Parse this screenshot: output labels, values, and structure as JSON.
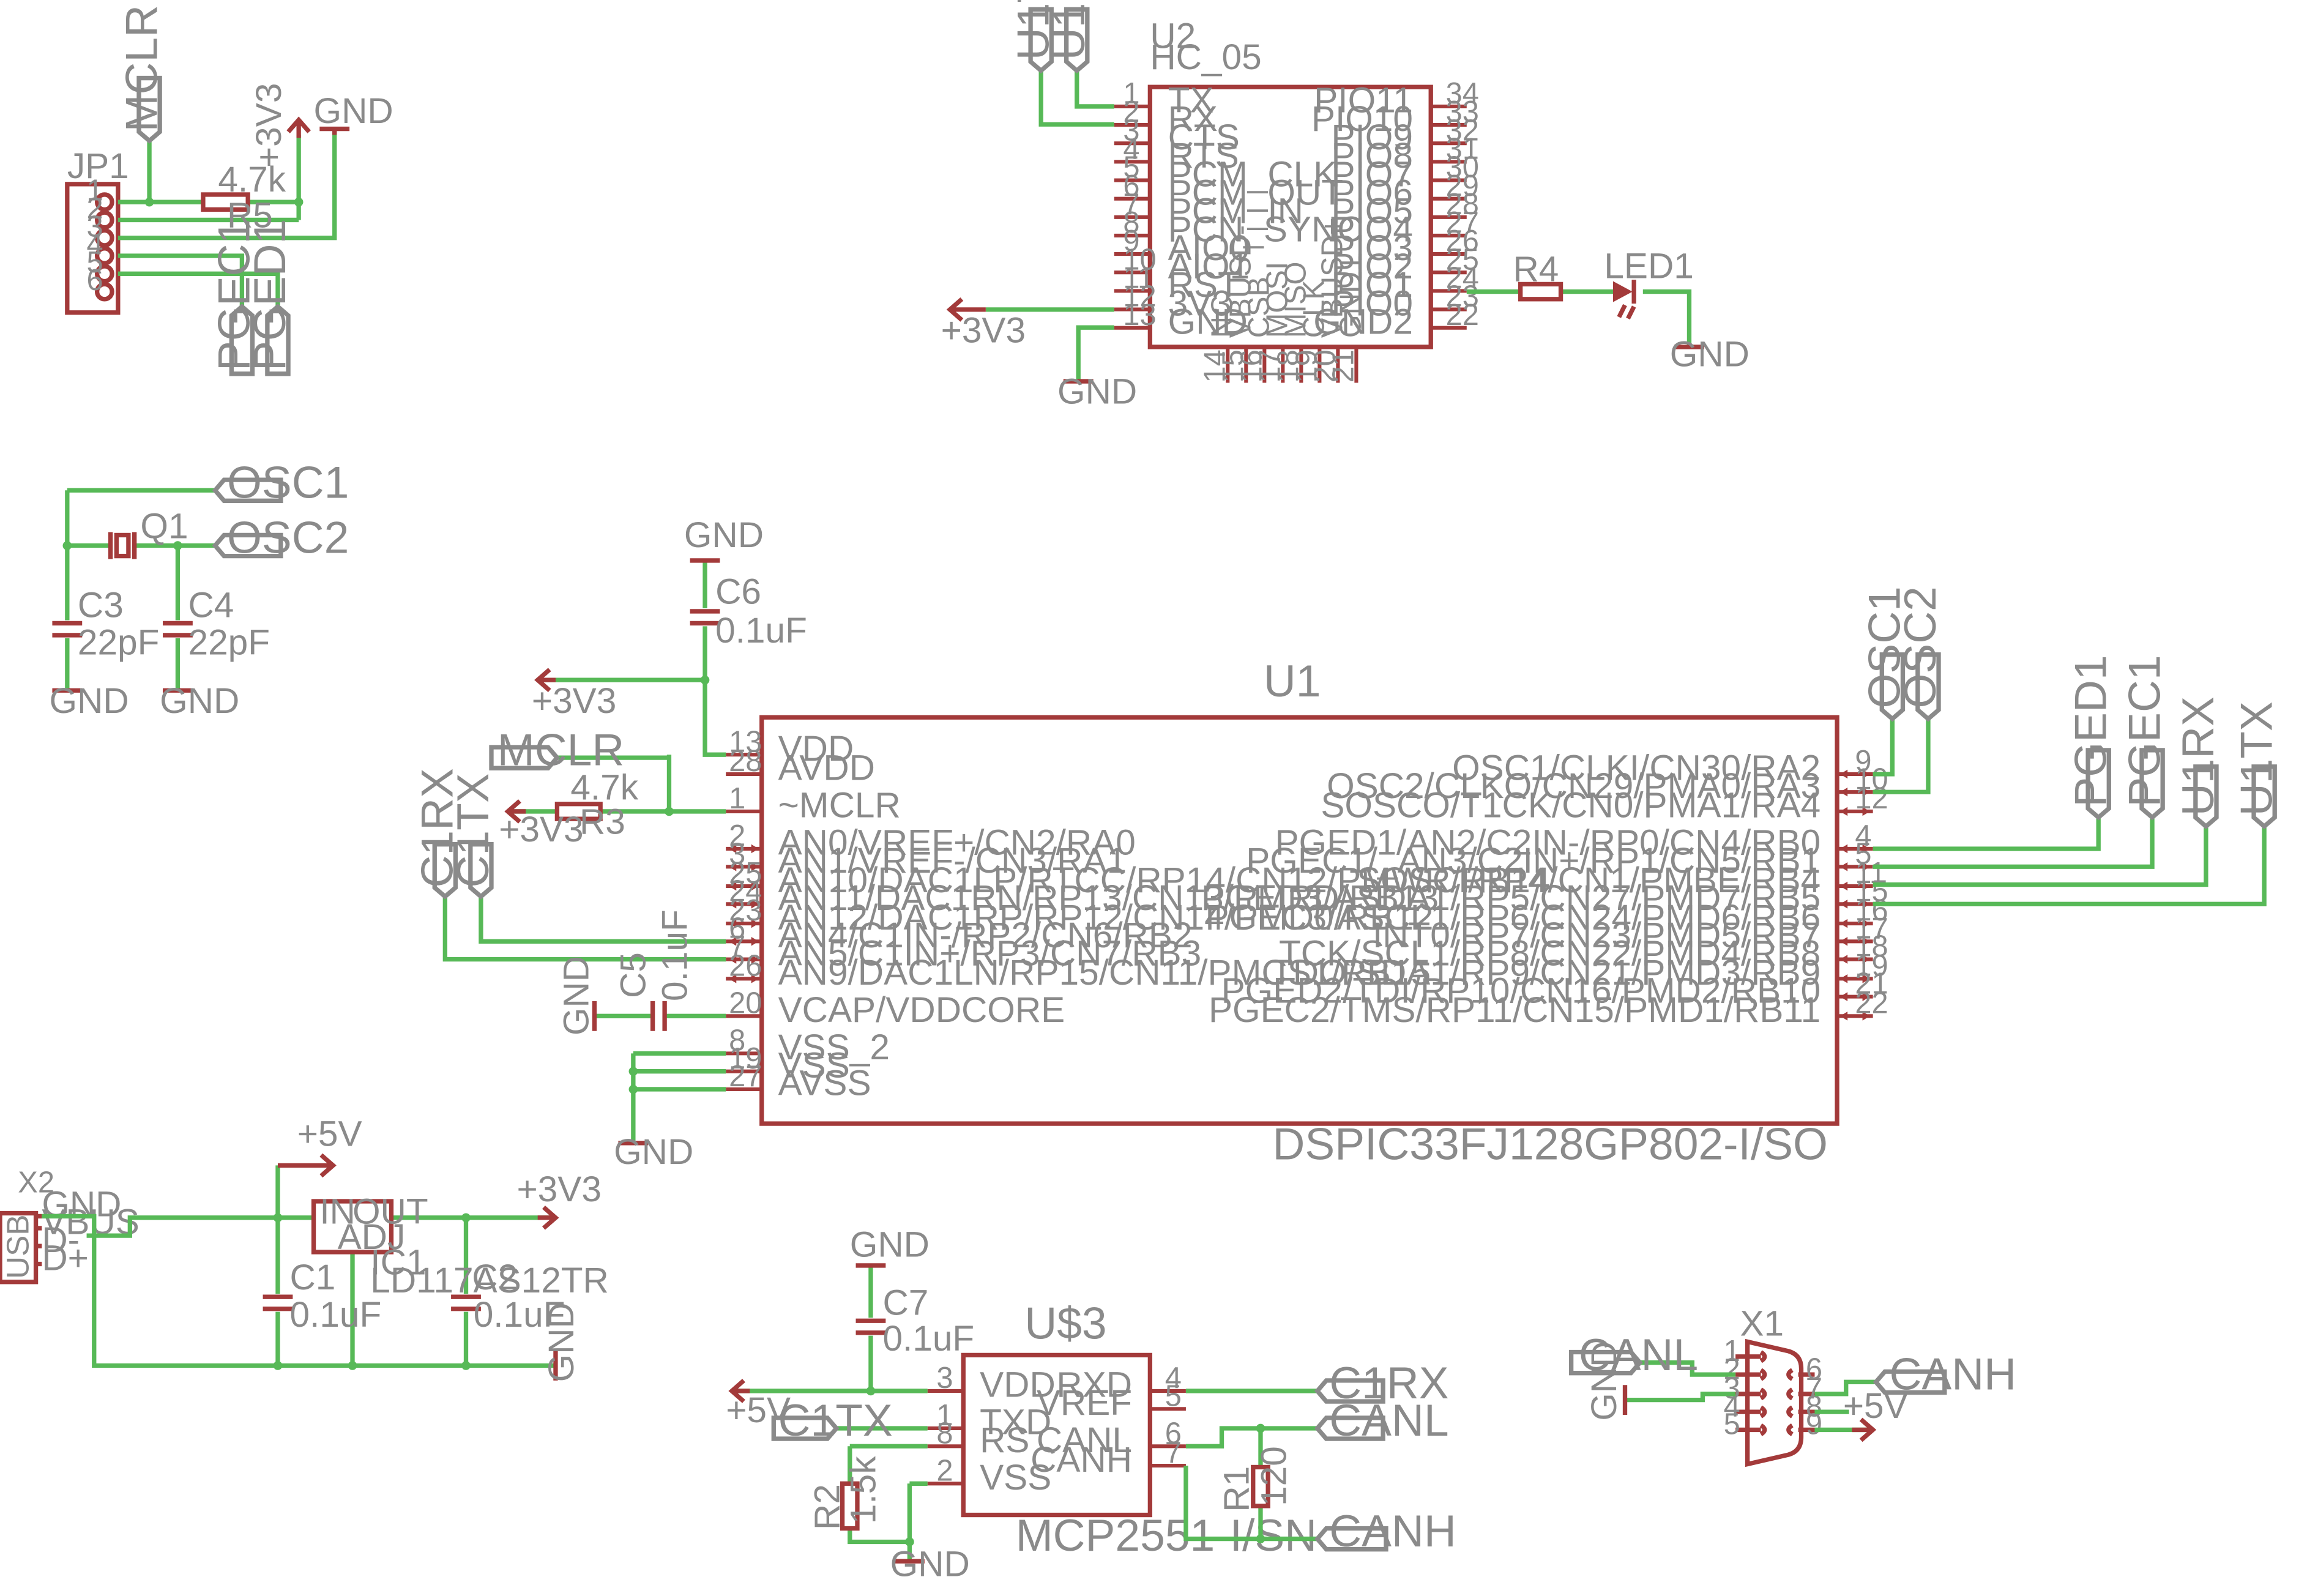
{
  "jp1": {
    "name": "JP1",
    "pins": [
      "1",
      "2",
      "3",
      "4",
      "5",
      "6"
    ]
  },
  "r5": {
    "name": "R5",
    "value": "4.7k"
  },
  "r3": {
    "name": "R3",
    "value": "4.7k"
  },
  "r4": {
    "name": "R4"
  },
  "r1": {
    "name": "R1",
    "value": "120"
  },
  "r2": {
    "name": "R2",
    "value": "1.5k"
  },
  "led1": {
    "name": "LED1"
  },
  "q1": {
    "name": "Q1"
  },
  "c1": {
    "name": "C1",
    "value": "0.1uF"
  },
  "c2": {
    "name": "C2",
    "value": "0.1uF"
  },
  "c3": {
    "name": "C3",
    "value": "22pF"
  },
  "c4": {
    "name": "C4",
    "value": "22pF"
  },
  "c5": {
    "name": "C5",
    "value": "0.1uF"
  },
  "c6": {
    "name": "C6",
    "value": "0.1uF"
  },
  "c7": {
    "name": "C7",
    "value": "0.1uF"
  },
  "u2": {
    "name": "U2",
    "value": "HC_05",
    "left_pins": [
      {
        "num": "1",
        "name": "TX"
      },
      {
        "num": "2",
        "name": "RX"
      },
      {
        "num": "3",
        "name": "CTS"
      },
      {
        "num": "4",
        "name": "RTS"
      },
      {
        "num": "5",
        "name": "PCM_CLK"
      },
      {
        "num": "6",
        "name": "PCM_OUT"
      },
      {
        "num": "7",
        "name": "PCM_IN"
      },
      {
        "num": "8",
        "name": "PCN_SYNC"
      },
      {
        "num": "9",
        "name": "AIO0"
      },
      {
        "num": "10",
        "name": "AIO1"
      },
      {
        "num": "11",
        "name": "RST"
      },
      {
        "num": "12",
        "name": "3V3"
      },
      {
        "num": "13",
        "name": "GND"
      }
    ],
    "right_pins": [
      {
        "num": "34",
        "name": "PIO11"
      },
      {
        "num": "33",
        "name": "PIO10"
      },
      {
        "num": "32",
        "name": "PIO9"
      },
      {
        "num": "31",
        "name": "PIO8"
      },
      {
        "num": "30",
        "name": "PIO7"
      },
      {
        "num": "29",
        "name": "PIO6"
      },
      {
        "num": "28",
        "name": "PIO5"
      },
      {
        "num": "27",
        "name": "PIO4"
      },
      {
        "num": "26",
        "name": "PIO3"
      },
      {
        "num": "25",
        "name": "PIO2"
      },
      {
        "num": "24",
        "name": "PIO1"
      },
      {
        "num": "23",
        "name": "PIO0"
      },
      {
        "num": "22",
        "name": "GND2"
      }
    ],
    "bottom_pins": [
      {
        "num": "14",
        "name": "NC"
      },
      {
        "num": "15",
        "name": "VBUSD-"
      },
      {
        "num": "16",
        "name": "CSB"
      },
      {
        "num": "17",
        "name": "MOSI"
      },
      {
        "num": "18",
        "name": "MISO"
      },
      {
        "num": "19",
        "name": "CLK"
      },
      {
        "num": "20",
        "name": "VBUSD+"
      },
      {
        "num": "21",
        "name": "GND1"
      }
    ]
  },
  "u1": {
    "name": "U1",
    "value": "DSPIC33FJ128GP802-I/SO",
    "left_pins": [
      {
        "num": "13",
        "name": "VDD"
      },
      {
        "num": "28",
        "name": "AVDD"
      },
      {
        "num": "1",
        "name": "~MCLR"
      },
      {
        "num": "2",
        "name": "AN0/VREF+/CN2/RA0"
      },
      {
        "num": "3",
        "name": "AN1/VREF-/CN3/RA1"
      },
      {
        "num": "25",
        "name": "AN10/DAC1LP/RTCC/RP14/CN12/PMWR/RB14"
      },
      {
        "num": "24",
        "name": "AN11/DAC1RN/RP13/CN13/PMRD/RB13"
      },
      {
        "num": "23",
        "name": "AN12/DAC1RP/RP12/CN14/PMD0/RB12"
      },
      {
        "num": "6",
        "name": "AN4/C1IN-/RP2/CN6/RB2"
      },
      {
        "num": "7",
        "name": "AN5/C1IN+/RP3/CN7/RB3"
      },
      {
        "num": "26",
        "name": "AN9/DAC1LN/RP15/CN11/PMCS1/RB15"
      },
      {
        "num": "20",
        "name": "VCAP/VDDCORE"
      },
      {
        "num": "8",
        "name": "VSS_2"
      },
      {
        "num": "19",
        "name": "VSS"
      },
      {
        "num": "27",
        "name": "AVSS"
      }
    ],
    "right_pins": [
      {
        "num": "9",
        "name": "OSC1/CLKI/CN30/RA2"
      },
      {
        "num": "10",
        "name": "OSC2/CLKO/CN29/PMA0/RA3"
      },
      {
        "num": "12",
        "name": "SOSCO/T1CK/CN0/PMA1/RA4"
      },
      {
        "num": "4",
        "name": "PGED1/AN2/C2IN-/RP0/CN4/RB0"
      },
      {
        "num": "5",
        "name": "PGEC1/_AN3/C2IN+/RP1/CN5/RB1"
      },
      {
        "num": "11",
        "name": "SOSCI/RP4/CN1/PMBE/RB4"
      },
      {
        "num": "15",
        "name": "PGED3/ASDA1/RP5/CN27/PMD7/RB5"
      },
      {
        "num": "16",
        "name": "PGEC3/ASCL1/RP6/CN24/PMD6/RB6"
      },
      {
        "num": "17",
        "name": "INT0/RP7/CN23/PMD5/RB7"
      },
      {
        "num": "18",
        "name": "TCK/SCL1/RP8/CN22/PMD4/RB8"
      },
      {
        "num": "19",
        "name": "TDO/SDA1/RP9/CN21/PMD3/RB9"
      },
      {
        "num": "21",
        "name": "PGED2/TDI/RP10/CN16/PMD2/RB10"
      },
      {
        "num": "22",
        "name": "PGEC2/TMS/RP11/CN15/PMD1/RB11"
      }
    ]
  },
  "u3": {
    "name": "U$3",
    "value": "MCP2551-I/SN",
    "left_pins": [
      {
        "num": "3",
        "name": "VDD"
      },
      {
        "num": "1",
        "name": "TXD"
      },
      {
        "num": "8",
        "name": "RS"
      },
      {
        "num": "2",
        "name": "VSS"
      }
    ],
    "right_pins": [
      {
        "num": "4",
        "name": "RXD"
      },
      {
        "num": "5",
        "name": "VREF"
      },
      {
        "num": "6",
        "name": "CANL"
      },
      {
        "num": "7",
        "name": "CANH"
      }
    ]
  },
  "ic1": {
    "name": "IC1",
    "value": "LD117AS12TR",
    "pin_in": "IN",
    "pin_out": "OUT",
    "pin_adj": "ADJ"
  },
  "x2": {
    "name": "X2",
    "title": "USB",
    "pins": [
      "GND",
      "VBUS",
      "D-",
      "D+"
    ]
  },
  "x1": {
    "name": "X1",
    "pins": [
      "1",
      "2",
      "3",
      "4",
      "5",
      "6",
      "7",
      "8",
      "9"
    ]
  },
  "supplies": {
    "v33": "+3V3",
    "v5": "+5V",
    "gnd": "GND"
  },
  "nets": {
    "mclr": "MCLR",
    "pgec1": "PGEC1",
    "pged1": "PGED1",
    "u1tx": "U1TX",
    "u1rx": "U1RX",
    "osc1": "OSC1",
    "osc2": "OSC2",
    "c1rx": "C1RX",
    "c1tx": "C1TX",
    "canl": "CANL",
    "canh": "CANH"
  }
}
